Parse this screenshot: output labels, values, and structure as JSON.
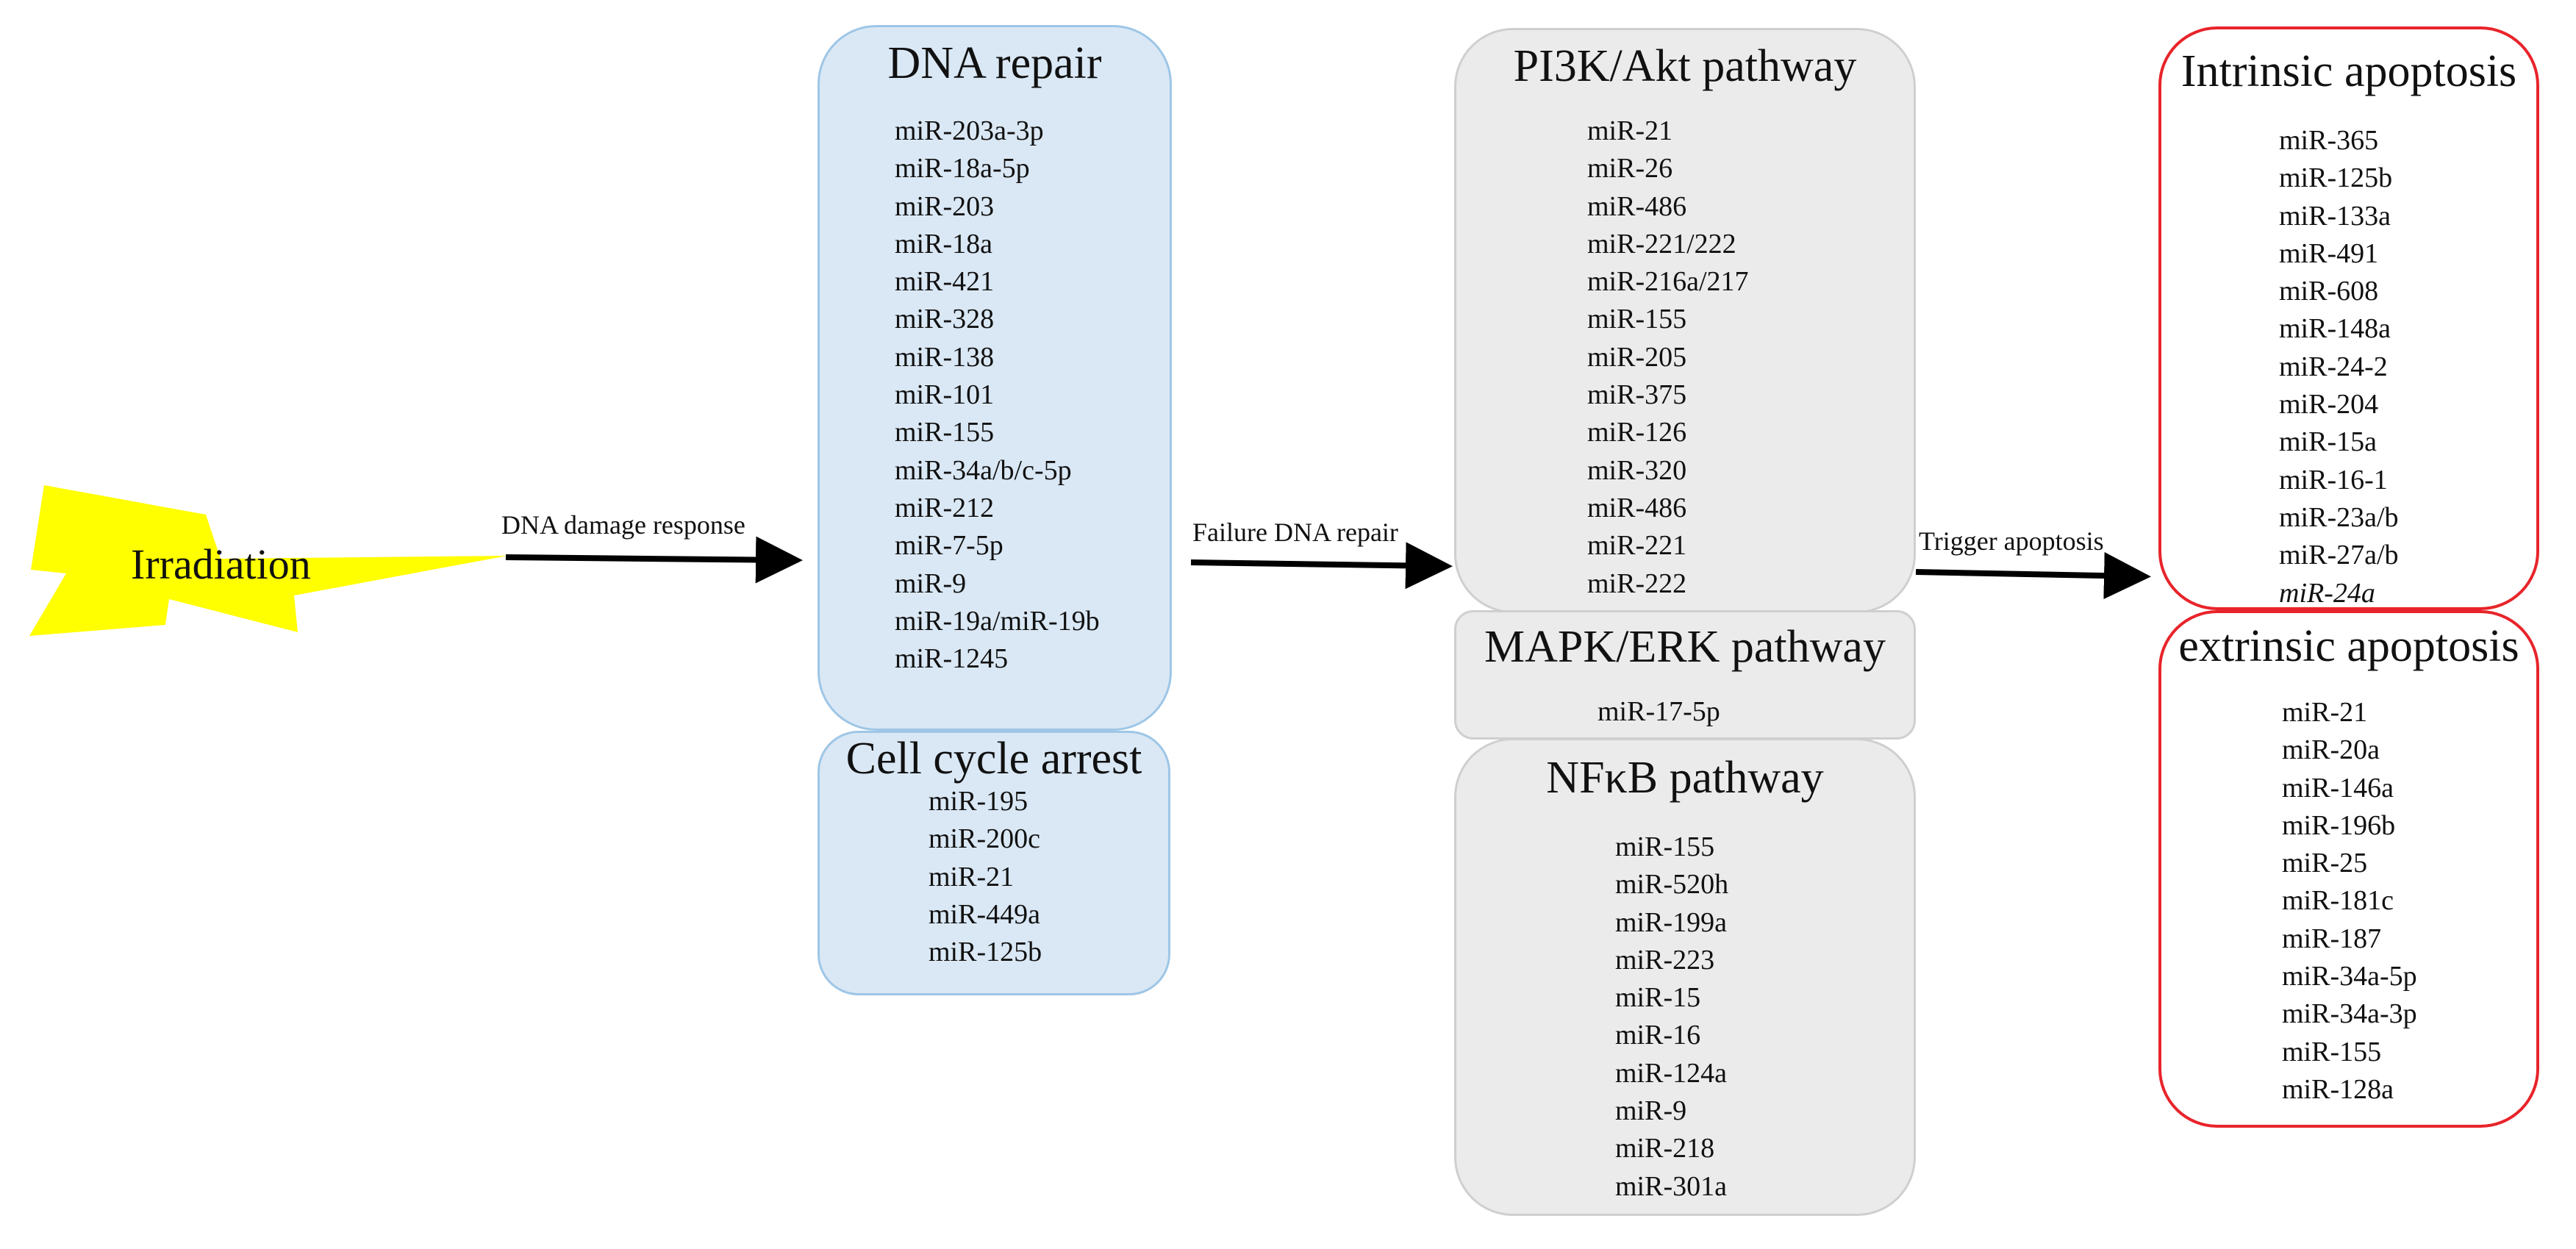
{
  "irradiation": {
    "label": "Irradiation",
    "color": "#ffff00"
  },
  "arrows": [
    {
      "label": "DNA damage response"
    },
    {
      "label": "Failure DNA repair"
    },
    {
      "label": "Trigger apoptosis"
    }
  ],
  "groups": {
    "dna_repair": {
      "title": "DNA repair",
      "items": [
        "miR-203a-3p",
        "miR-18a-5p",
        "miR-203",
        "miR-18a",
        "miR-421",
        "miR-328",
        "miR-138",
        "miR-101",
        "miR-155",
        "miR-34a/b/c-5p",
        "miR-212",
        "miR-7-5p",
        "miR-9",
        "miR-19a/miR-19b",
        "miR-1245"
      ]
    },
    "cell_cycle_arrest": {
      "title": "Cell cycle arrest",
      "items": [
        "miR-195",
        "miR-200c",
        "miR-21",
        "miR-449a",
        "miR-125b"
      ]
    },
    "pi3k_akt": {
      "title": "PI3K/Akt pathway",
      "items": [
        "miR-21",
        "miR-26",
        "miR-486",
        "miR-221/222",
        "miR-216a/217",
        "miR-155",
        "miR-205",
        "miR-375",
        "miR-126",
        "miR-320",
        "miR-486",
        "miR-221",
        "miR-222"
      ]
    },
    "mapk_erk": {
      "title": "MAPK/ERK pathway",
      "items": [
        "miR-17-5p"
      ]
    },
    "nfkb": {
      "title": "NFκB pathway",
      "items": [
        "miR-155",
        "miR-520h",
        "miR-199a",
        "miR-223",
        "miR-15",
        "miR-16",
        "miR-124a",
        "miR-9",
        "miR-218",
        "miR-301a"
      ]
    },
    "intrinsic_apoptosis": {
      "title": "Intrinsic apoptosis",
      "items": [
        "miR-365",
        "miR-125b",
        "miR-133a",
        "miR-491",
        "miR-608",
        "miR-148a",
        "miR-24-2",
        "miR-204",
        "miR-15a",
        "miR-16-1",
        "miR-23a/b",
        "miR-27a/b",
        "miR-24a"
      ]
    },
    "extrinsic_apoptosis": {
      "title": "extrinsic apoptosis",
      "items": [
        "miR-21",
        "miR-20a",
        "miR-146a",
        "miR-196b",
        "miR-25",
        "miR-181c",
        "miR-187",
        "miR-34a-5p",
        "miR-34a-3p",
        "miR-155",
        "miR-128a"
      ]
    }
  },
  "colors": {
    "blue_fill": "#dae8f5",
    "blue_border": "#9ec6e6",
    "gray_fill": "#ebebeb",
    "gray_border": "#cfcfcf",
    "red_border": "#e8242a"
  }
}
